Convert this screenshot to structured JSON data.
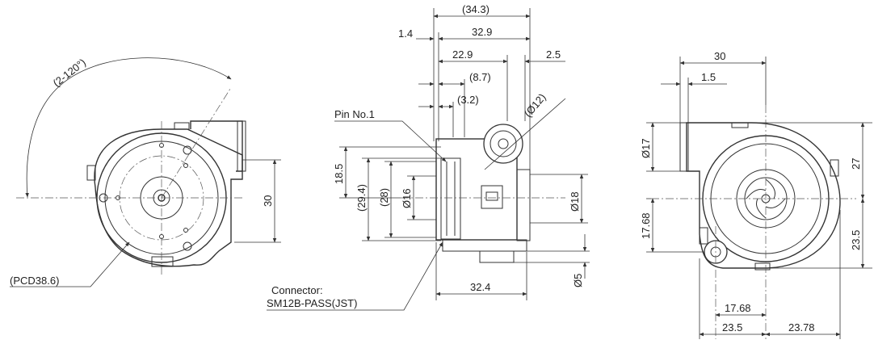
{
  "front": {
    "angle": "(2-120°)",
    "pcd": "(PCD38.6)",
    "height": "30"
  },
  "side": {
    "total": "(34.3)",
    "offset": "1.4",
    "body": "32.9",
    "depth": "22.9",
    "lip": "2.5",
    "mid": "(8.7)",
    "small": "(3.2)",
    "bore": "(Ø12)",
    "pin_label": "Pin No.1",
    "h1": "18.5",
    "h2": "(29.4)",
    "h3": "(28)",
    "h4": "Ø16",
    "h5": "Ø18",
    "outlet": "Ø5",
    "width": "32.4",
    "connector_line1": "Connector:",
    "connector_line2": "SM12B-PASS(JST)"
  },
  "rear": {
    "width": "30",
    "lip": "1.5",
    "dia": "Ø17",
    "upper": "27",
    "center": "17.68",
    "lower": "23.5",
    "bottom_inner": "17.68",
    "bottom_left": "23.5",
    "bottom_right": "23.78"
  },
  "colors": {
    "line": "#333333",
    "background": "#ffffff"
  }
}
